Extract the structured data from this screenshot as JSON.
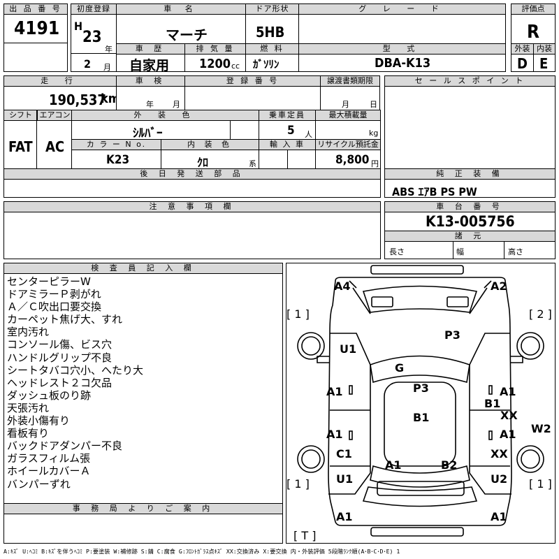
{
  "auction": {
    "lot_no_label": "出 品 番 号",
    "lot_no": "4191",
    "first_reg_label": "初度登録",
    "era": "H",
    "year": "23",
    "year_unit": "年",
    "month": "2",
    "month_unit": "月",
    "car_name_label": "車 名",
    "car_name": "マーチ",
    "door_label": "ドア形状",
    "door": "5HB",
    "grade_label": "グ レ ー ド",
    "grade": "",
    "score_label": "評価点",
    "score": "R",
    "history_label": "車 歴",
    "history": "自家用",
    "displacement_label": "排 気 量",
    "displacement": "1200",
    "displacement_unit": "cc",
    "fuel_label": "燃 料",
    "fuel": "ｶﾞｿﾘﾝ",
    "model_label": "型 式",
    "model": "DBA-K13",
    "exterior_label": "外装",
    "exterior": "D",
    "interior_label": "内装",
    "interior": "E"
  },
  "row2": {
    "mileage_label": "走 行",
    "mileage": "190,537",
    "mileage_unit": "km",
    "inspection_label": "車 検",
    "inspection_year_unit": "年",
    "inspection_month_unit": "月",
    "registration_label": "登 録 番 号",
    "transfer_label": "譲渡書類期限",
    "transfer_month_unit": "月",
    "transfer_day_unit": "日",
    "sales_points_label": "セ ー ル ス ポ イ ン ト",
    "shift_label": "シフト",
    "shift": "FAT",
    "ac_label": "エアコン",
    "ac": "AC",
    "ext_color_label": "外 装 色",
    "ext_color": "ｼﾙﾊﾞｰ",
    "capacity_label": "乗車定員",
    "capacity": "5",
    "capacity_unit": "人",
    "load_label": "最大積載量",
    "load_unit": "kg",
    "color_no_label": "カ ラ ー  N o.",
    "color_no": "K23",
    "int_color_label": "内 装 色",
    "int_color": "ｸﾛ",
    "int_color_unit": "系",
    "import_label": "輸 入 車",
    "recycle_label": "リサイクル預託金",
    "recycle": "8,800",
    "recycle_unit": "円",
    "later_parts_label": "後 日 発 送 部 品",
    "equipment_label": "純 正 装 備",
    "equipment": "ABS ｴｱB PS PW",
    "notes_label": "注 意 事 項 欄",
    "chassis_label": "車 台 番 号",
    "chassis": "K13-005756",
    "specs_label": "諸 元",
    "length_label": "長さ",
    "width_label": "幅",
    "height_label": "高さ"
  },
  "inspector": {
    "label": "検 査 員 記 入 欄",
    "notes": [
      "センターピラーW",
      "ドアミラーＰ剥がれ",
      "Ａ／Ｃ吹出口要交換",
      "カーペット焦げ大、すれ",
      "室内汚れ",
      "コンソール傷、ビス穴",
      "ハンドルグリップ不良",
      "シートタバコ穴小、へたり大",
      "ヘッドレスト２コ欠品",
      "ダッシュ板のり跡",
      "天張汚れ",
      "外装小傷有り",
      "看板有り",
      "バックドアダンパー不良",
      "ガラスフィルム張",
      "ホイールカバーＡ",
      "バンパーずれ"
    ],
    "office_label": "事 務 局 よ り ご 案 内"
  },
  "diagram": {
    "marks": [
      "A4",
      "A2",
      "[ 1 ]",
      "[ 2 ]",
      "P3",
      "U1",
      "G",
      "P3",
      "A1",
      "A1",
      "B1",
      "XX",
      "B1",
      "A1",
      "A1",
      "W2",
      "C1",
      "XX",
      "A1",
      "B2",
      "U1",
      "U2",
      "[ 1 ]",
      "[ 1 ]",
      "A1",
      "A1",
      "[ T ]"
    ]
  },
  "legend": "A:ｷｽﾞ  U:ﾍｺﾐ  B:ｷｽﾞを伴うﾍｺﾐ  P:要塗装  W:補修跡  S:錆  C:腐食  G:ﾌﾛﾝﾄｶﾞﾗｽ点ｷｽﾞ  XX:交換済み  X:要交換   内・外装評価  5段階ﾗﾝｸ順(A･B･C･D･E)  1"
}
